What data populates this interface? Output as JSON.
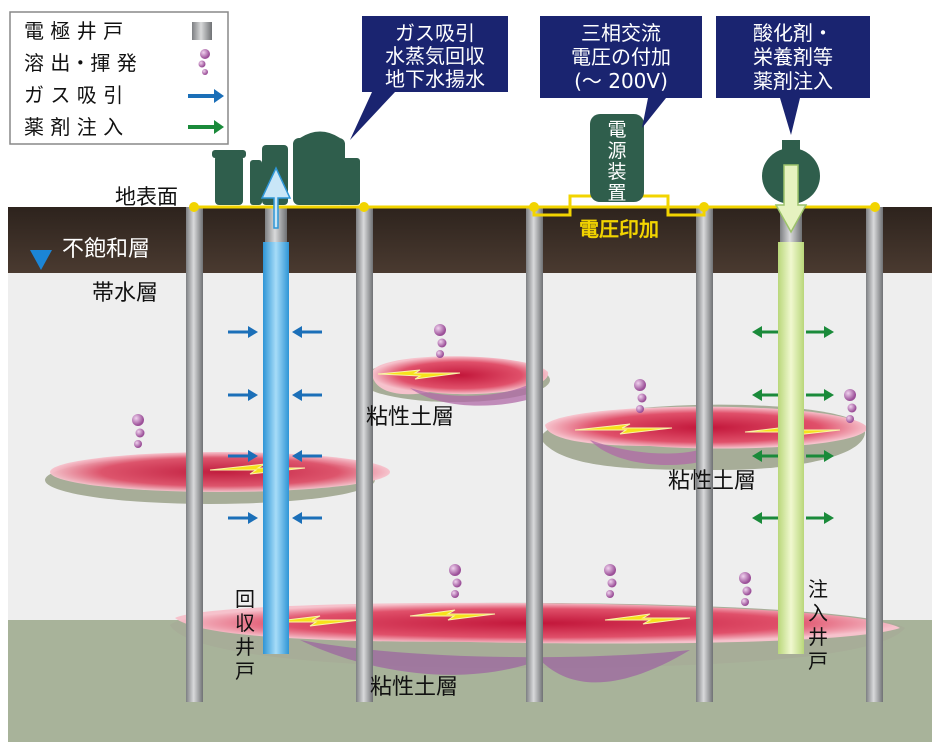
{
  "legend": {
    "electrode_well": "電 極 井 戸",
    "dissolution": "溶 出・揮 発",
    "gas_suction": "ガ ス 吸 引",
    "chemical_injection": "薬 剤 注 入"
  },
  "callouts": {
    "recovery": [
      "ガス吸引",
      "水蒸気回収",
      "地下水揚水"
    ],
    "voltage": [
      "三相交流",
      "電圧の付加",
      "(～ 200V)"
    ],
    "injection": [
      "酸化剤・",
      "栄養剤等",
      "薬剤注入"
    ]
  },
  "power_unit": [
    "電",
    "源",
    "装",
    "置"
  ],
  "voltage_applied": "電圧印加",
  "layers": {
    "surface": "地表面",
    "unsaturated": "不飽和層",
    "aquifer": "帯水層",
    "clay_1": "粘性土層",
    "clay_2": "粘性土層",
    "clay_3": "粘性土層"
  },
  "wells": {
    "recovery": [
      "回",
      "収",
      "井",
      "戸"
    ],
    "injection": [
      "注",
      "入",
      "井",
      "戸"
    ]
  },
  "colors": {
    "callout_bg": "#1a2470",
    "tank": "#2f5e4c",
    "soil": "#3b2e26",
    "electrode": "#9ea0a2",
    "gas_arrow": "#1b6fb8",
    "chem_arrow": "#1a8a3a",
    "wire": "#f2d400",
    "recovery_well": "#5ab8ec",
    "injection_well": "#dcecaa",
    "contamination": "#d6334d"
  }
}
